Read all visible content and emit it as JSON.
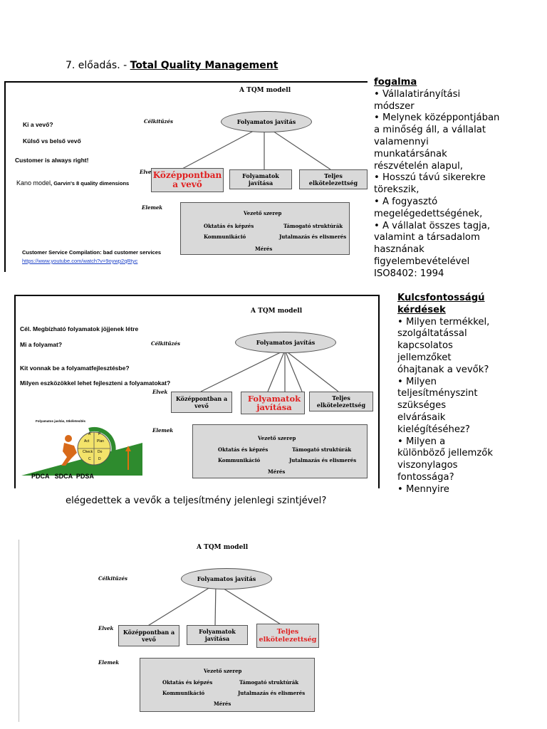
{
  "heading": {
    "prefix": "7. előadás. - ",
    "title": "Total Quality Management"
  },
  "model_common": {
    "title": "A TQM modell",
    "celkitugas": "Célkitűzés",
    "elvek": "Elvek",
    "elemek": "Elemek",
    "goal": "Folyamatos javítás",
    "elements": [
      "Vezető szerep",
      "Oktatás és képzés",
      "Támogató struktúrák",
      "Kommunikáció",
      "Jutalmazás és elismerés",
      "Mérés"
    ]
  },
  "slide1": {
    "principles": [
      "Középpontban a vevő",
      "Folyamatok javítása",
      "Teljes elkötelezettség"
    ],
    "questions": [
      "Ki a vevő?",
      "Külső vs belső vevő",
      "Customer is always right!"
    ],
    "kano_model": "Kano model",
    "garvin": ", Garvin's 8 quality dimensions",
    "compilation": "Customer Service Compilation: bad customer services",
    "link": "https://www.youtube.com/watch?v=9oywp2qRtyc"
  },
  "right1": {
    "title": "fogalma",
    "lines": [
      "• Vállalatirányítási",
      "módszer",
      "• Melynek középpontjában",
      "a minőség áll, a vállalat",
      "valamennyi",
      "munkatársának",
      "részvételén alapul,",
      "• Hosszú távú sikerekre",
      "törekszik,",
      "• A fogyasztó",
      "megelégedettségének,",
      "• A vállalat összes tagja,",
      "valamint a társadalom",
      "hasznának",
      "figyelembevételével",
      "ISO8402: 1994"
    ]
  },
  "slide2": {
    "principles": [
      "Középpontban a vevő",
      "Folyamatok javítása",
      "Teljes elkötelezettség"
    ],
    "questions": [
      "Cél. Megbízható folyamatok jöjjenek létre",
      "Mi a folyamat?",
      "Kit vonnak be a folyamatfejlesztésbe?",
      "Milyen eszközökkel lehet fejleszteni a folyamatokat?"
    ],
    "pdca_caption": "Folyamatos javítás, tökéletesítés",
    "pdca_cells": [
      "A",
      "P",
      "Act",
      "Plan",
      "Check",
      "Do",
      "C",
      "D"
    ],
    "cycles": "PDCA   SDCA  PDSA"
  },
  "right2": {
    "title_lines": [
      "Kulcsfontosságú",
      "kérdések"
    ],
    "lines": [
      "• Milyen termékkel,",
      "szolgáltatással",
      "kapcsolatos",
      "jellemzőket",
      "óhajtanak a vevők?",
      "• Milyen",
      "teljesítményszint",
      "szükséges",
      "elvárásaik",
      "kielégítéséhez?",
      "• Milyen a",
      "különböző jellemzők",
      "viszonylagos",
      "fontossága?",
      "• Mennyire"
    ]
  },
  "continuation": "elégedettek a vevők a teljesítmény jelenlegi szintjével?",
  "slide3": {
    "principles": [
      "Középpontban a vevő",
      "Folyamatok javítása",
      "Teljes elkötelezettség"
    ]
  }
}
